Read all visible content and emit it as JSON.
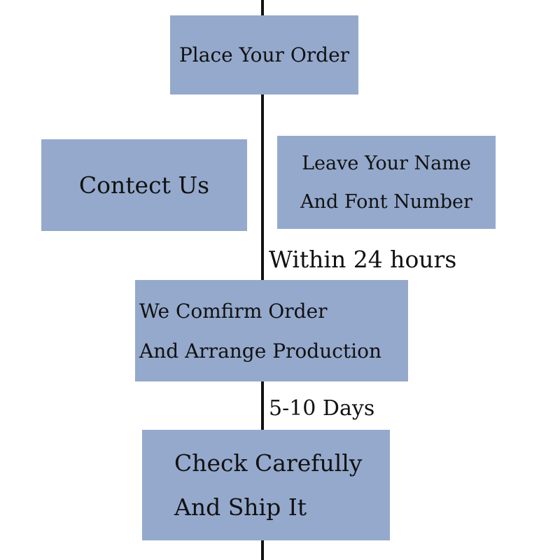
{
  "colors": {
    "box_fill": "#94a9cc",
    "connector": "#111111",
    "text": "#111111",
    "background": "#ffffff"
  },
  "steps": {
    "place_order": {
      "lines": [
        "Place Your Order"
      ]
    },
    "contact_us": {
      "lines": [
        "Contect Us"
      ]
    },
    "leave_info": {
      "lines": [
        "Leave Your Name",
        "And Font Number"
      ]
    },
    "confirm_order": {
      "lines": [
        "We Comfirm Order",
        "And Arrange Production"
      ]
    },
    "check_ship": {
      "lines": [
        "Check Carefully",
        "And Ship It"
      ]
    }
  },
  "durations": {
    "confirm": "Within 24 hours",
    "production": "5-10 Days"
  }
}
